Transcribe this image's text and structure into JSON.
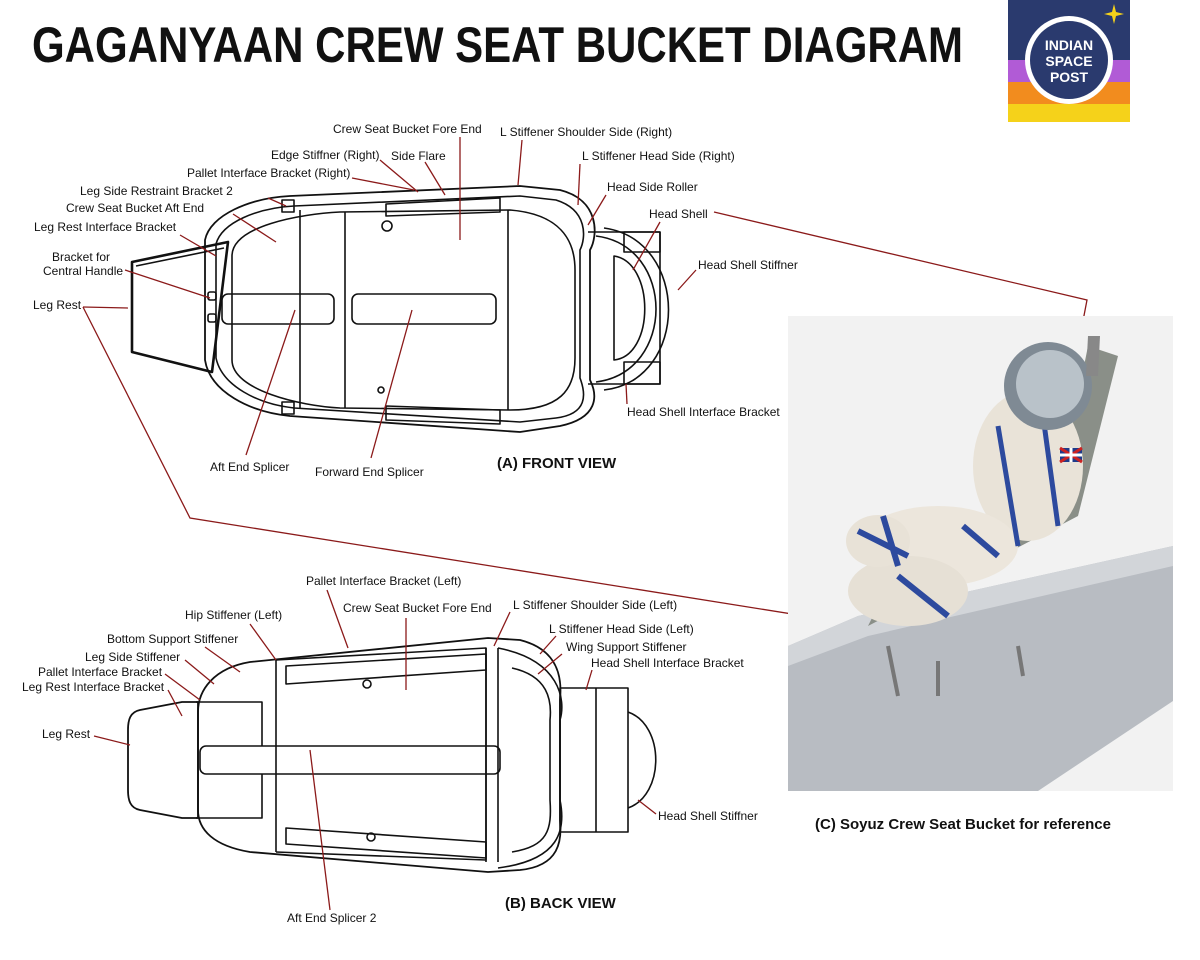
{
  "title": "GAGANYAAN CREW SEAT BUCKET DIAGRAM",
  "logo": {
    "line1": "INDIAN",
    "line2": "SPACE",
    "line3": "POST"
  },
  "colors": {
    "leader": "#8b1a1a",
    "outline": "#111111",
    "logo_navy": "#2a3a6e",
    "logo_orange": "#f28c1e",
    "logo_purple": "#b15bd6",
    "logo_yellow": "#f5d21a"
  },
  "front_view": {
    "caption": "(A) FRONT VIEW",
    "labels": {
      "fore_end": "Crew Seat Bucket Fore End",
      "l_stiff_shoulder_right": "L Stiffener Shoulder Side (Right)",
      "edge_stiffner_right": "Edge Stiffner (Right)",
      "side_flare": "Side Flare",
      "l_stiff_head_right": "L Stiffener Head Side (Right)",
      "pallet_bracket_right": "Pallet Interface Bracket (Right)",
      "head_side_roller": "Head Side Roller",
      "leg_side_restraint_2": "Leg Side Restraint Bracket 2",
      "aft_end": "Crew Seat Bucket Aft End",
      "head_shell": "Head Shell",
      "leg_rest_bracket": "Leg Rest Interface Bracket",
      "bracket_central_1": "Bracket for",
      "bracket_central_2": "Central Handle",
      "head_shell_stiffner": "Head Shell Stiffner",
      "leg_rest": "Leg Rest",
      "head_shell_bracket": "Head Shell Interface Bracket",
      "aft_splicer": "Aft End Splicer",
      "fwd_splicer": "Forward End Splicer"
    }
  },
  "back_view": {
    "caption": "(B) BACK VIEW",
    "labels": {
      "pallet_bracket_left": "Pallet Interface Bracket (Left)",
      "hip_stiffener_left": "Hip Stiffener (Left)",
      "fore_end": "Crew Seat Bucket Fore End",
      "l_stiff_shoulder_left": "L Stiffener Shoulder Side (Left)",
      "bottom_support": "Bottom Support Stiffener",
      "l_stiff_head_left": "L Stiffener Head Side (Left)",
      "leg_side_stiffener": "Leg Side Stiffener",
      "wing_support": "Wing Support Stiffener",
      "pallet_bracket": "Pallet Interface Bracket",
      "head_shell_bracket": "Head Shell Interface Bracket",
      "leg_rest_bracket": "Leg Rest Interface Bracket",
      "leg_rest": "Leg Rest",
      "head_shell_stiffner": "Head Shell Stiffner",
      "aft_splicer_2": "Aft End Splicer 2"
    }
  },
  "reference": {
    "caption": "(C) Soyuz Crew Seat Bucket for reference"
  }
}
